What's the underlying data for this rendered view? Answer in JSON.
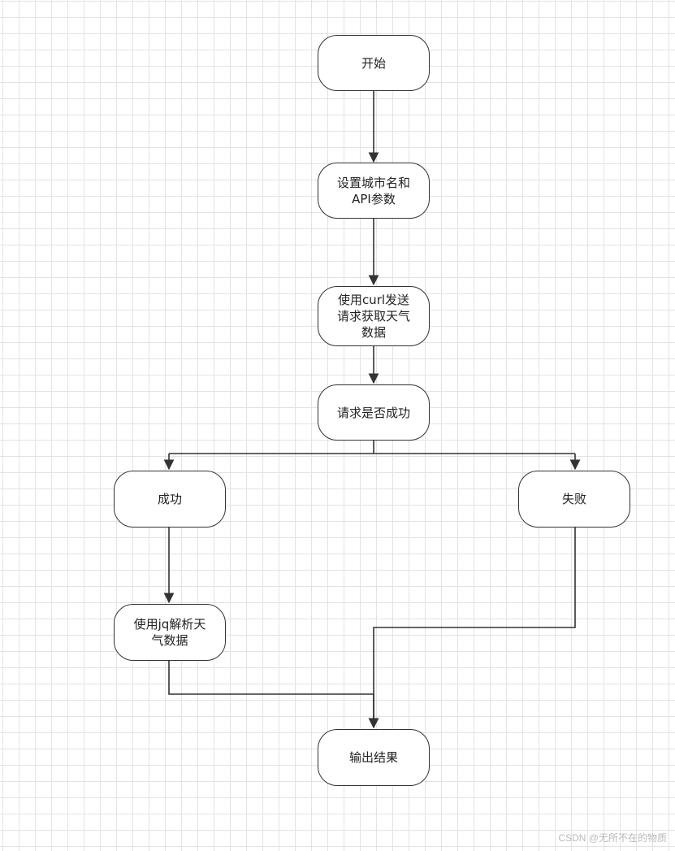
{
  "nodes": {
    "start": "开始",
    "set_params": "设置城市名和\nAPI参数",
    "curl_request": "使用curl发送\n请求获取天气\n数据",
    "check_success": "请求是否成功",
    "success": "成功",
    "failure": "失败",
    "parse_jq": "使用jq解析天\n气数据",
    "output": "输出结果"
  },
  "watermark": "CSDN @无所不在的物质",
  "colors": {
    "line": "#333333",
    "node_border": "#333333",
    "grid": "#e3e3e3"
  }
}
